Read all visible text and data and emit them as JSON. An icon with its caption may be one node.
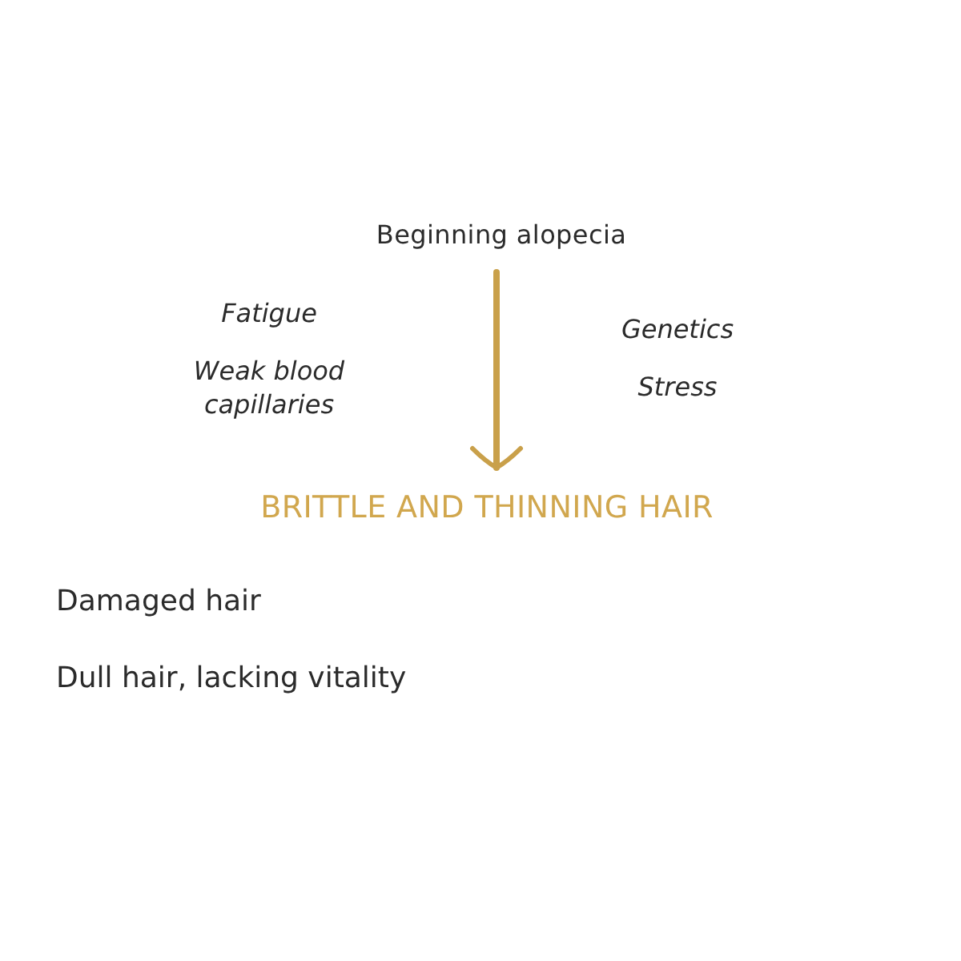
{
  "diagram": {
    "nodes": [
      {
        "text": [
          "Beginning alopecia"
        ]
      },
      {
        "text": [
          "BRITTLE AND THINNING HAIR"
        ]
      }
    ],
    "edges": [
      {
        "from": 0,
        "to": 1,
        "arrow": "to",
        "color": "#c9a04a"
      }
    ],
    "labels": [
      "Fatigue",
      "Weak blood capillaries",
      "Genetics",
      "Stress",
      "Damaged hair",
      "Dull hair, lacking vitality"
    ]
  }
}
